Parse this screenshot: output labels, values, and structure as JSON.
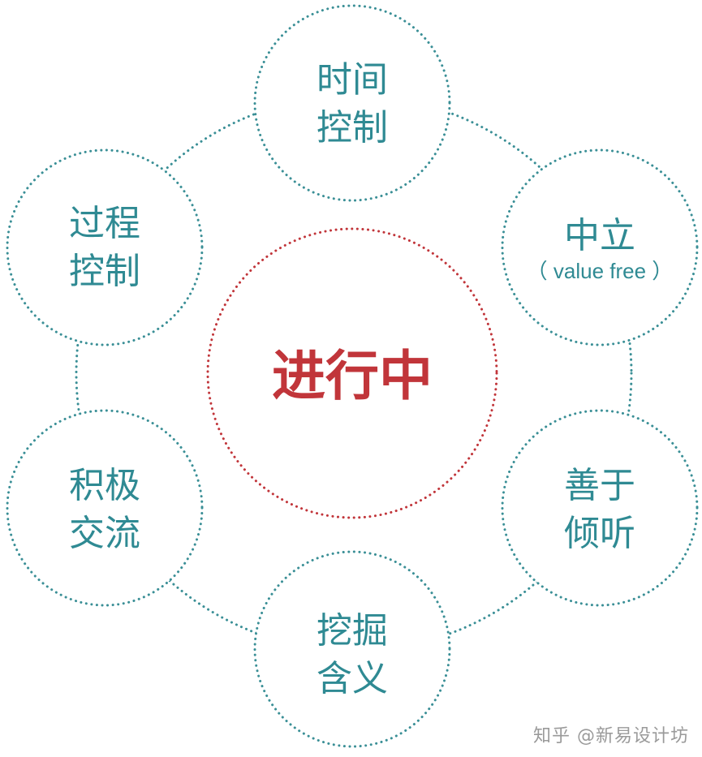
{
  "center": {
    "label": "进行中"
  },
  "nodes": {
    "top": {
      "line1": "时间",
      "line2": "控制"
    },
    "upper_right": {
      "line1": "中立",
      "sub": "（ value free ）"
    },
    "lower_right": {
      "line1": "善于",
      "line2": "倾听"
    },
    "bottom": {
      "line1": "挖掘",
      "line2": "含义"
    },
    "lower_left": {
      "line1": "积极",
      "line2": "交流"
    },
    "upper_left": {
      "line1": "过程",
      "line2": "控制"
    }
  },
  "watermark": "知乎 @新易设计坊",
  "colors": {
    "node_stroke": "#3a8f96",
    "node_text": "#2f8a93",
    "center": "#c1353a"
  }
}
